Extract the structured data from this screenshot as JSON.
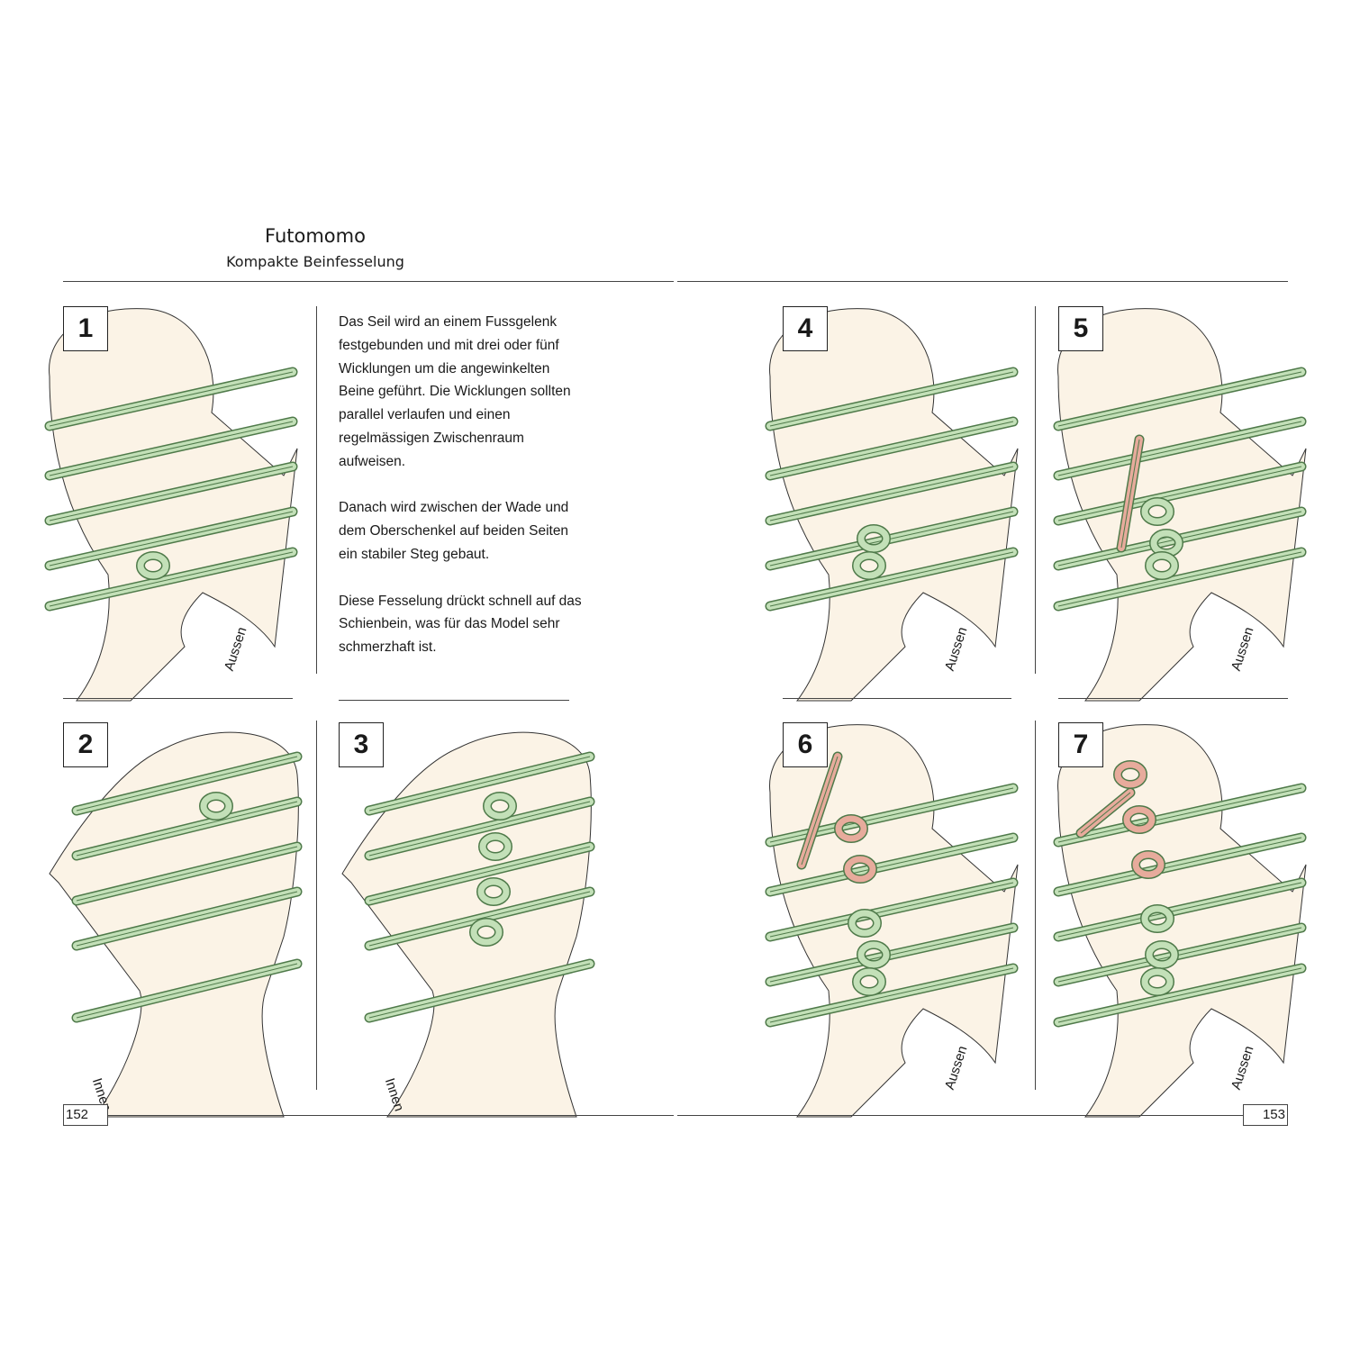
{
  "header": {
    "title": "Futomomo",
    "subtitle": "Kompakte Beinfesselung"
  },
  "text": {
    "paragraphs": [
      "Das Seil wird an einem Fussgelenk festgebunden und mit drei oder fünf Wicklungen um die angewinkelten Beine geführt. Die Wicklungen sollten parallel verlaufen und einen regelmässigen Zwischenraum aufweisen.",
      "Danach wird zwischen der Wade und dem Oberschenkel auf beiden Seiten ein stabiler Steg gebaut.",
      "Diese Fesselung drückt schnell auf das Schienbein, was für das Model sehr schmerzhaft ist."
    ]
  },
  "steps": [
    {
      "number": "1",
      "side": "Aussen"
    },
    {
      "number": "2",
      "side": "Innen"
    },
    {
      "number": "3",
      "side": "Innen"
    },
    {
      "number": "4",
      "side": "Aussen"
    },
    {
      "number": "5",
      "side": "Aussen"
    },
    {
      "number": "6",
      "side": "Aussen"
    },
    {
      "number": "7",
      "side": "Aussen"
    }
  ],
  "pages": {
    "left": "152",
    "right": "153"
  },
  "colors": {
    "skin": "#fbf3e6",
    "rope_green": "#c3e0b8",
    "rope_outline": "#4f7a4a",
    "rope_pink": "#e7ab9c"
  }
}
